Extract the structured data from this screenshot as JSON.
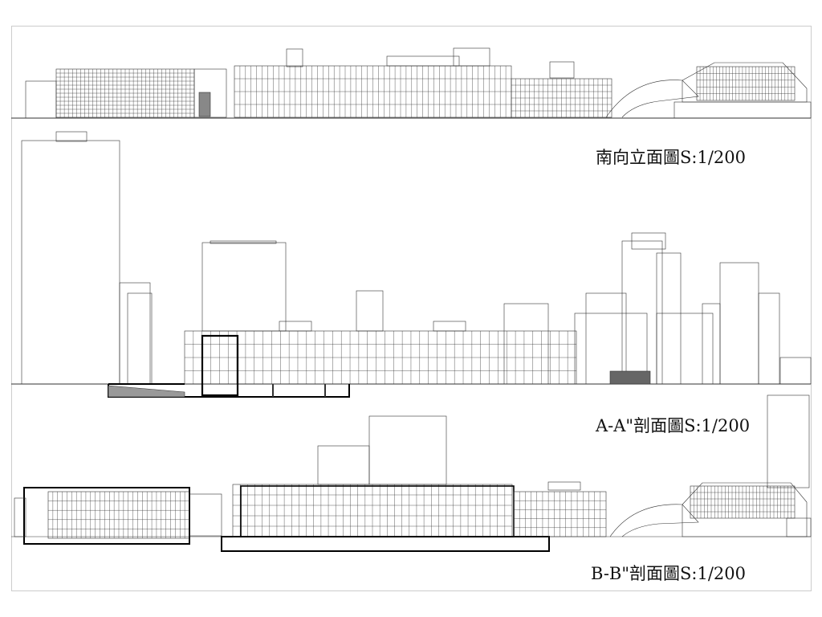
{
  "labels": {
    "south_elevation": "南向立面圖S:1/200",
    "section_aa": "A-A\"剖面圖S:1/200",
    "section_bb": "B-B\"剖面圖S:1/200"
  },
  "colors": {
    "line": "#333333",
    "frame": "#cccccc",
    "solid": "#000000"
  }
}
